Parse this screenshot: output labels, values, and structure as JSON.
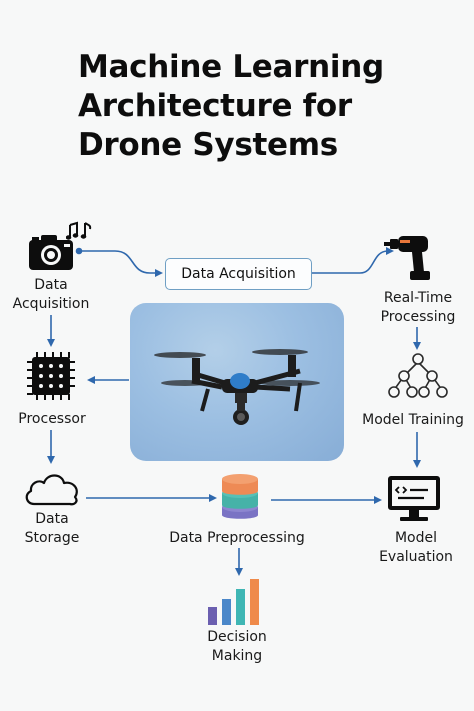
{
  "title_lines": [
    "Machine Learning",
    "Architecture for",
    "Drone Systems"
  ],
  "nodes": {
    "camera": [
      "Data",
      "Acquisition"
    ],
    "box": "Data Acquisition",
    "realtime": [
      "Real-Time",
      "Processing"
    ],
    "processor": "Processor",
    "model_training": "Model Training",
    "storage": [
      "Data",
      "Storage"
    ],
    "preprocessing": "Data Preprocessing",
    "evaluation": [
      "Model",
      "Evaluation"
    ],
    "decision": [
      "Decision",
      "Making"
    ]
  },
  "colors": {
    "arrow": "#2f68ad",
    "box_border": "#6f9fc4",
    "sky": "#9cbfe2",
    "bar_purple": "#6b5fb0",
    "bar_blue": "#4a87c9",
    "bar_teal": "#3fb6b4",
    "bar_orange": "#ef8a4a",
    "db_orange": "#ee8a55",
    "db_teal": "#46b2a8",
    "db_purple": "#7a73c4"
  },
  "icons": [
    "camera-icon",
    "music-note-icon",
    "drill-icon",
    "chip-icon",
    "tree-network-icon",
    "cloud-icon",
    "database-icon",
    "monitor-code-icon",
    "bar-chart-icon",
    "drone-photo"
  ]
}
